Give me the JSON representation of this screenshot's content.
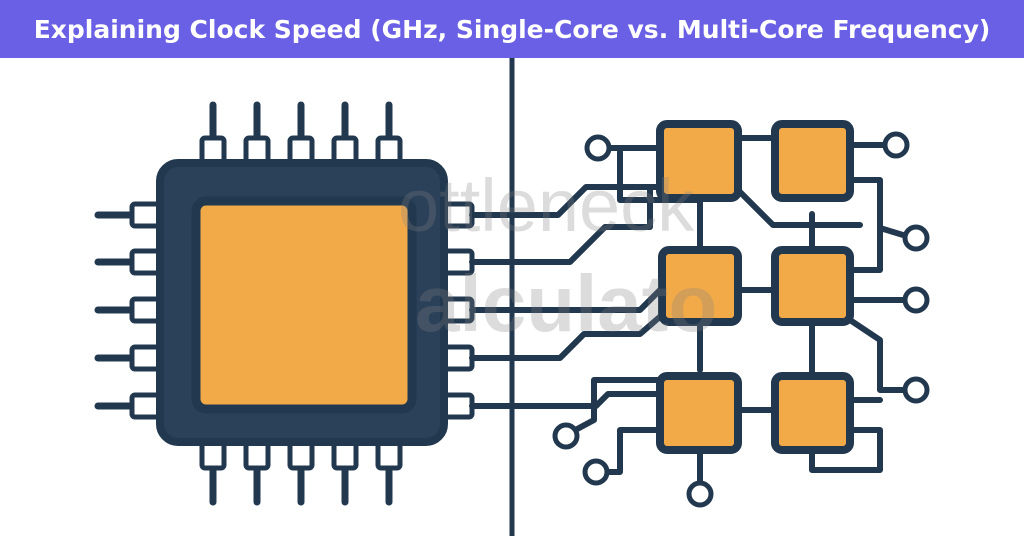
{
  "title": "Explaining Clock Speed (GHz, Single-Core vs. Multi-Core Frequency)",
  "watermark": {
    "line1": "ottleneck",
    "line2": "alculato"
  },
  "colors": {
    "banner": "#6a60e6",
    "outline": "#22384f",
    "core_fill": "#f2a948",
    "background": "#ffffff"
  },
  "illustration": {
    "left_icon": "single-core-cpu-chip",
    "right_icon": "multi-core-circuit",
    "core_count_right": 6
  }
}
